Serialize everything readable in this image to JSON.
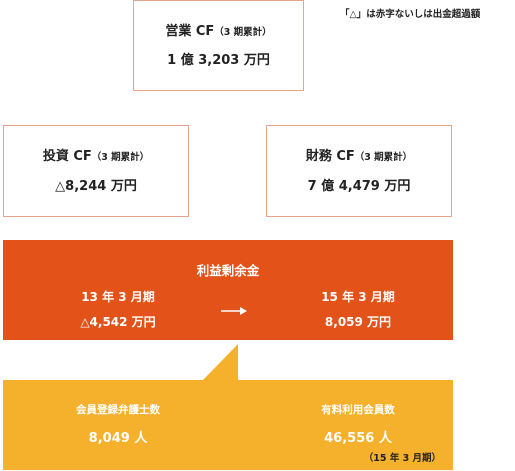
{
  "note": "「△」は赤字ないしは出金超過額",
  "operating_cf": {
    "title": "営業 CF",
    "subtitle": "（3 期累計）",
    "value": "1 億 3,203 万円"
  },
  "investing_cf": {
    "title": "投資 CF",
    "subtitle": "（3 期累計）",
    "value": "△8,244 万円"
  },
  "financing_cf": {
    "title": "財務 CF",
    "subtitle": "（3 期累計）",
    "value": "7 億 4,479 万円"
  },
  "retained_earnings": {
    "title": "利益剰余金",
    "from_period": "13 年 3 月期",
    "from_value": "△4,542 万円",
    "to_period": "15 年 3 月期",
    "to_value": "8,059 万円"
  },
  "members": {
    "lawyers_label": "会員登録弁護士数",
    "lawyers_value": "8,049 人",
    "paid_label": "有料利用会員数",
    "paid_value": "46,556 人",
    "period_note": "（15 年 3 月期）"
  },
  "colors": {
    "orange": "#e35218",
    "yellow": "#f6b12c",
    "box_border": "#e8a48a"
  }
}
